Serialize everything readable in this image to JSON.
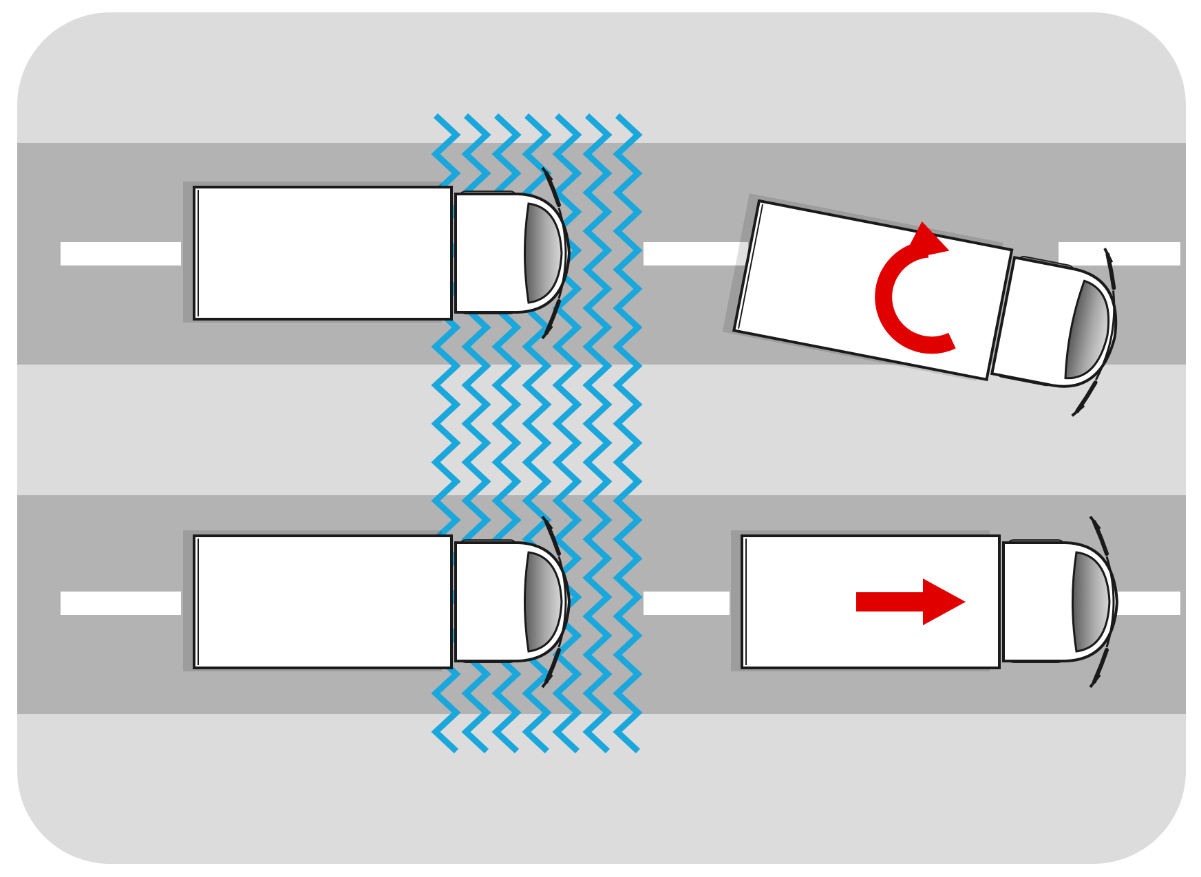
{
  "colors": {
    "page_background": "#ffffff",
    "panel": "#dcdcdc",
    "road": "#b3b3b3",
    "lane_marking": "#ffffff",
    "crosswind": "#1aa7dc",
    "truck_body": "#ffffff",
    "truck_outline": "#1a1a1a",
    "tire": "#4a4a4a",
    "arrow": "#e00000"
  },
  "icons": {
    "crosswind_band": "crosswind-zigzag-icon",
    "rotation_arrow": "rotate-clockwise-arrow-icon",
    "straight_arrow": "arrow-right-icon"
  },
  "scene": {
    "lanes": [
      "upper-lane",
      "lower-lane"
    ],
    "trucks": [
      {
        "id": "truck-upper-left",
        "state": "entering-crosswind",
        "arrow": null
      },
      {
        "id": "truck-upper-right",
        "state": "rotating-yaw",
        "arrow": "rotate-clockwise-arrow-icon"
      },
      {
        "id": "truck-lower-left",
        "state": "entering-crosswind",
        "arrow": null
      },
      {
        "id": "truck-lower-right",
        "state": "straight",
        "arrow": "arrow-right-icon"
      }
    ]
  }
}
